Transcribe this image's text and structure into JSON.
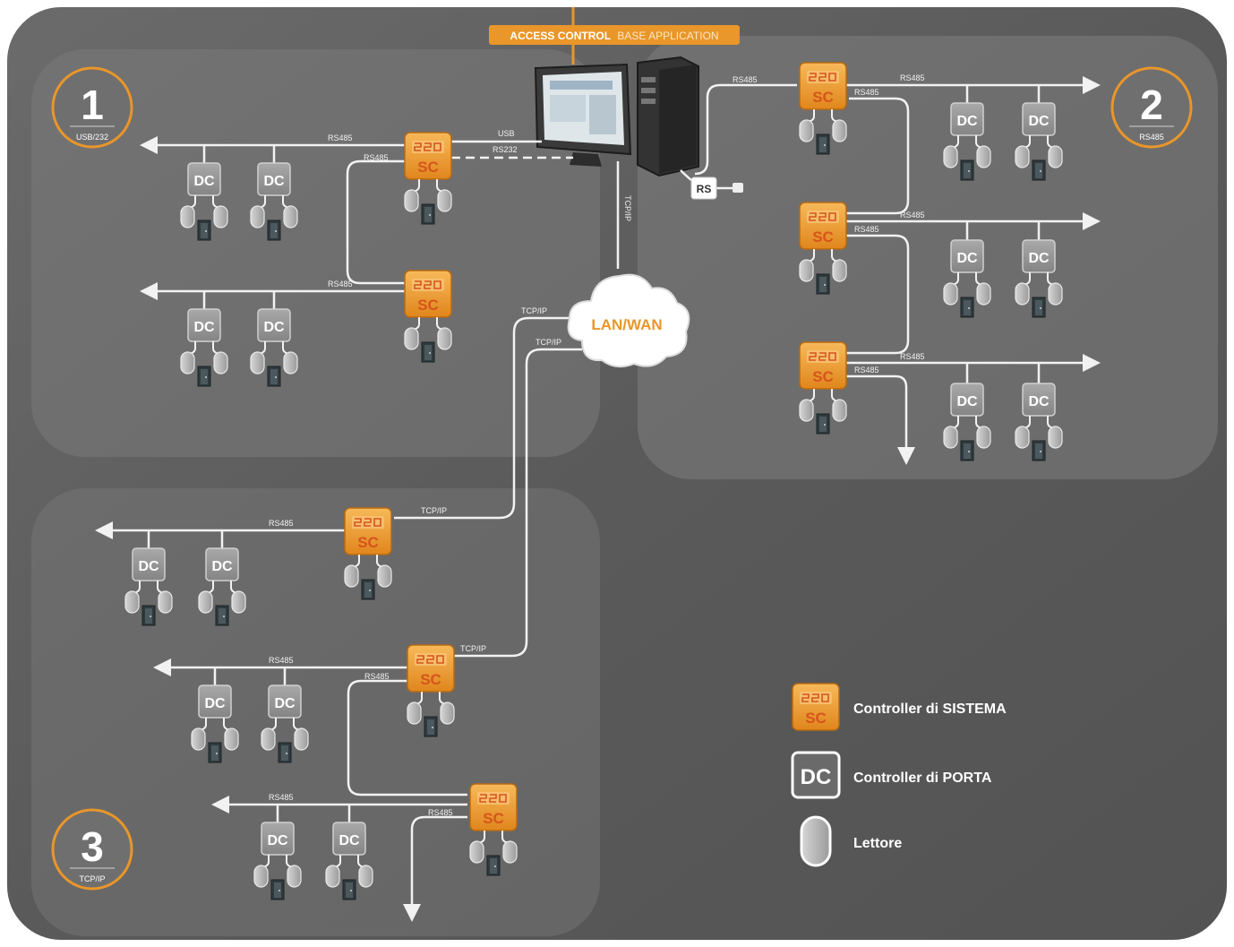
{
  "banner": {
    "strong": "ACCESS CONTROL",
    "light": "BASE APPLICATION"
  },
  "zones": [
    {
      "number": "1",
      "label": "USB/232"
    },
    {
      "number": "2",
      "label": "RS485"
    },
    {
      "number": "3",
      "label": "TCP/IP"
    }
  ],
  "device_labels": {
    "system_controller_top": "",
    "system_controller_bottom": "SC",
    "door_controller": "DC",
    "rs_box": "RS",
    "cloud": "LAN/WAN"
  },
  "link_labels": {
    "usb": "USB",
    "rs232": "RS232",
    "rs485": "RS485",
    "tcpip": "TCP/IP"
  },
  "legend": {
    "system_controller": "Controller di SISTEMA",
    "door_controller": "Controller di PORTA",
    "reader": "Lettore"
  },
  "colors": {
    "background": "#5e5e5e",
    "zone_panel": "#767676",
    "accent_orange": "#e9962a",
    "line": "#f2f2f2"
  }
}
